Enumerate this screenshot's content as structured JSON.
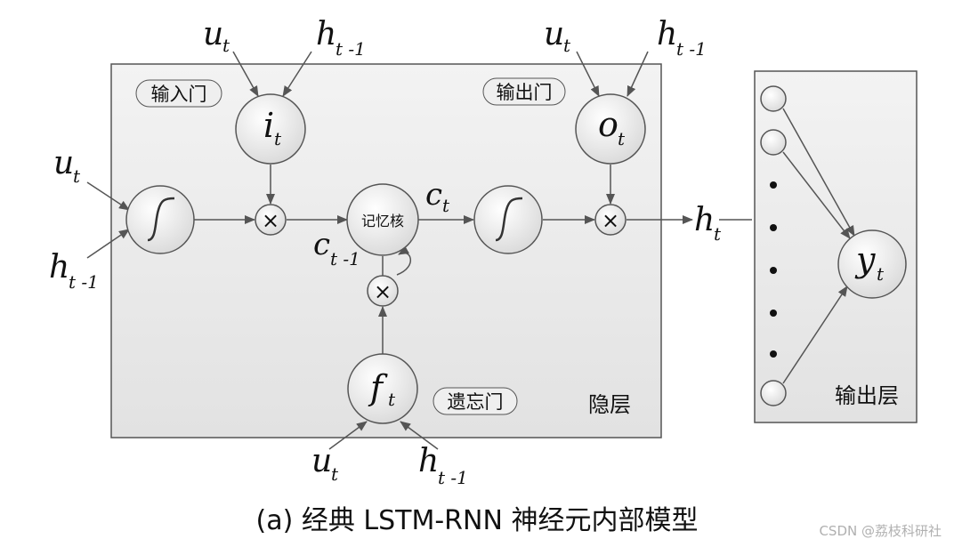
{
  "labels": {
    "input_gate": "输入门",
    "output_gate": "输出门",
    "forget_gate": "遗忘门",
    "memory_core": "记忆核",
    "hidden_layer": "隐层",
    "output_layer": "输出层"
  },
  "math": {
    "u": "u",
    "h": "h",
    "t": "t",
    "t_minus_1": "t -1",
    "i": "i",
    "o": "o",
    "f": "f",
    "c": "c",
    "y": "y",
    "multiply": "×"
  },
  "caption": "(a) 经典 LSTM-RNN 神经元内部模型",
  "watermark": "CSDN @荔枝科研社"
}
